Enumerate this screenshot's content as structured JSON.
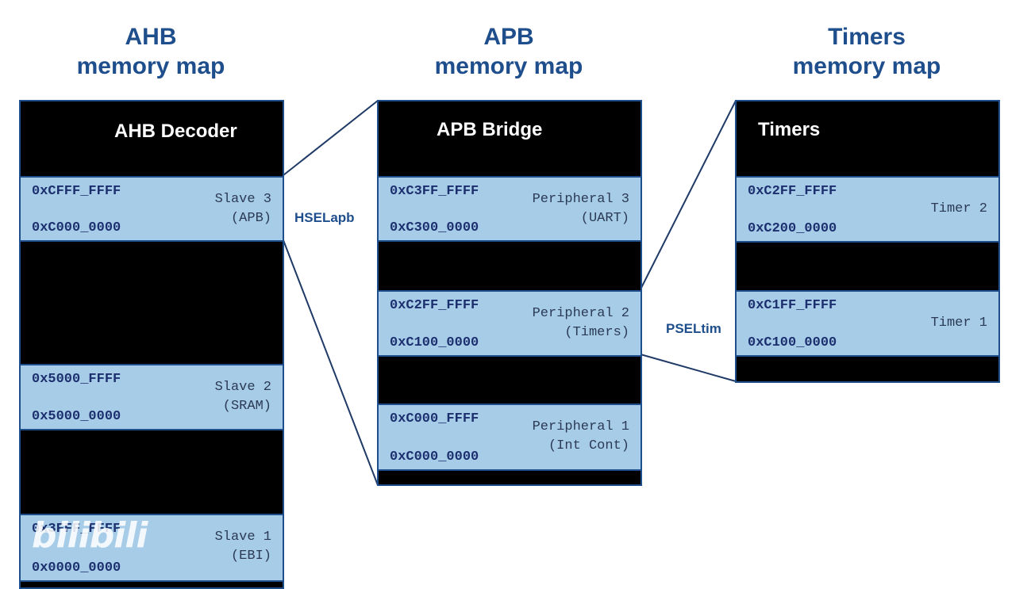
{
  "titles": {
    "ahb": {
      "line1": "AHB",
      "line2": "memory map"
    },
    "apb": {
      "line1": "APB",
      "line2": "memory map"
    },
    "timers": {
      "line1": "Timers",
      "line2": "memory map"
    }
  },
  "ahb": {
    "header": "AHB Decoder",
    "slave3": {
      "high": "0xCFFF_FFFF",
      "low": "0xC000_0000",
      "name": "Slave 3",
      "sub": "(APB)"
    },
    "slave2": {
      "high": "0x5000_FFFF",
      "low": "0x5000_0000",
      "name": "Slave 2",
      "sub": "(SRAM)"
    },
    "slave1": {
      "high": "0x3FFF_FFFF",
      "low": "0x0000_0000",
      "name": "Slave 1",
      "sub": "(EBI)"
    }
  },
  "apb": {
    "header": "APB Bridge",
    "periph3": {
      "high": "0xC3FF_FFFF",
      "low": "0xC300_0000",
      "name": "Peripheral 3",
      "sub": "(UART)"
    },
    "periph2": {
      "high": "0xC2FF_FFFF",
      "low": "0xC100_0000",
      "name": "Peripheral 2",
      "sub": "(Timers)"
    },
    "periph1": {
      "high": "0xC000_FFFF",
      "low": "0xC000_0000",
      "name": "Peripheral 1",
      "sub": "(Int Cont)"
    }
  },
  "timers": {
    "header": "Timers",
    "timer2": {
      "high": "0xC2FF_FFFF",
      "low": "0xC200_0000",
      "name": "Timer 2"
    },
    "timer1": {
      "high": "0xC1FF_FFFF",
      "low": "0xC100_0000",
      "name": "Timer 1"
    }
  },
  "signals": {
    "hsel": "HSELapb",
    "psel": "PSELtim"
  },
  "watermark": "bilibili",
  "colors": {
    "title": "#1f4e8c",
    "panel": "#000000",
    "region": "#a7cce8",
    "address": "#1c2f6e"
  }
}
